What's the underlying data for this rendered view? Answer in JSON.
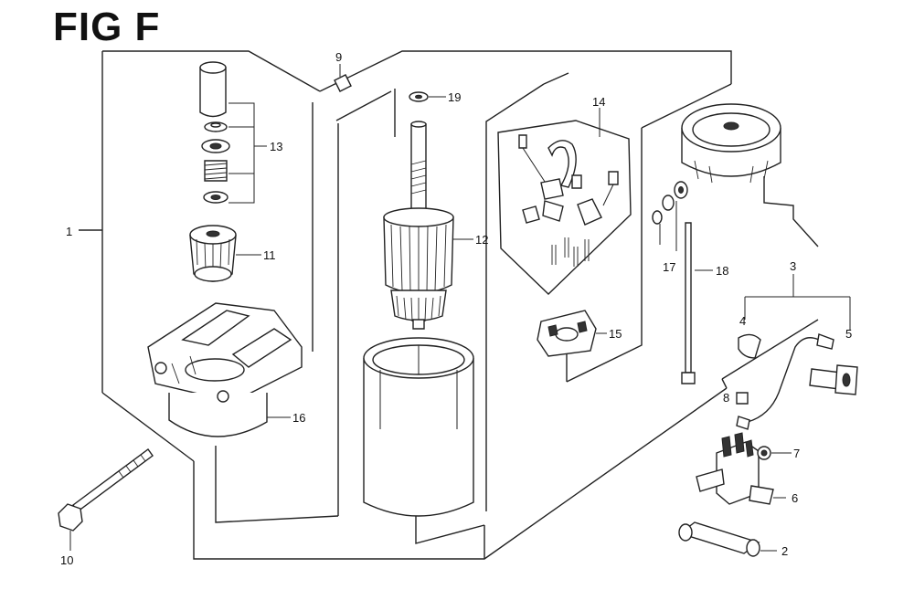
{
  "figure": {
    "title": "FIG F"
  },
  "callouts": {
    "c1": "1",
    "c2": "2",
    "c3": "3",
    "c4": "4",
    "c5": "5",
    "c6": "6",
    "c7": "7",
    "c8": "8",
    "c9": "9",
    "c10": "10",
    "c11": "11",
    "c12": "12",
    "c13": "13",
    "c14": "14",
    "c15": "15",
    "c16": "16",
    "c17": "17",
    "c18": "18",
    "c19": "19"
  },
  "colors": {
    "ink": "#222222",
    "background": "#ffffff"
  }
}
